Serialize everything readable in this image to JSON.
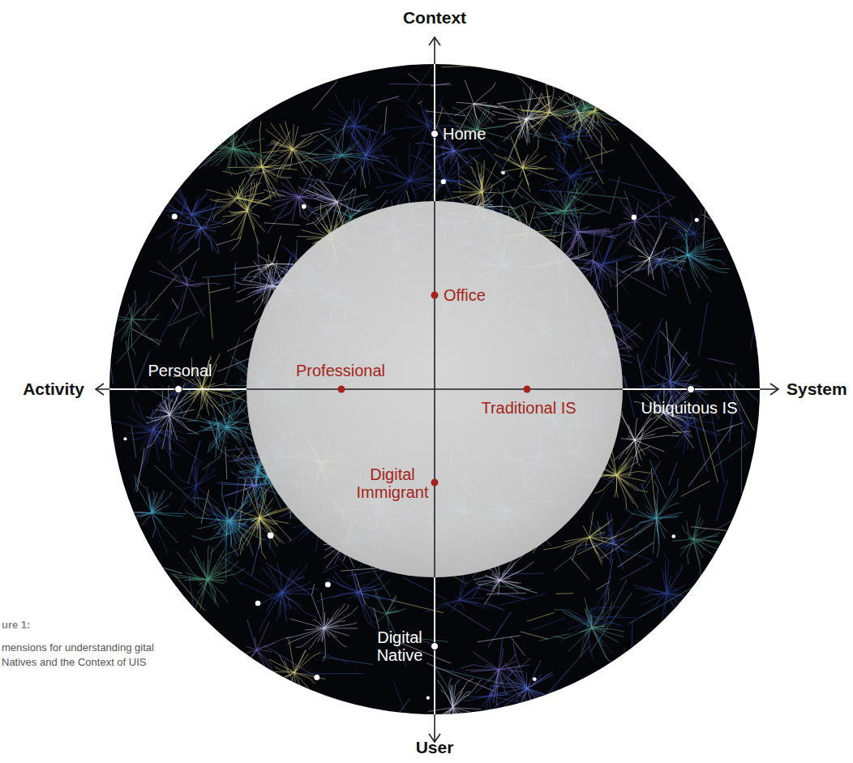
{
  "diagram": {
    "caption": "mensions for understanding gital Natives and the Context of UIS",
    "labels": [
      "Context",
      "Activity",
      "System",
      "User",
      "Home",
      "Office",
      "Personal",
      "Professional",
      "Traditional IS",
      "Ubiquitous IS",
      "Digital Immigrant",
      "Digital Native",
      "ure 1:"
    ]
  }
}
